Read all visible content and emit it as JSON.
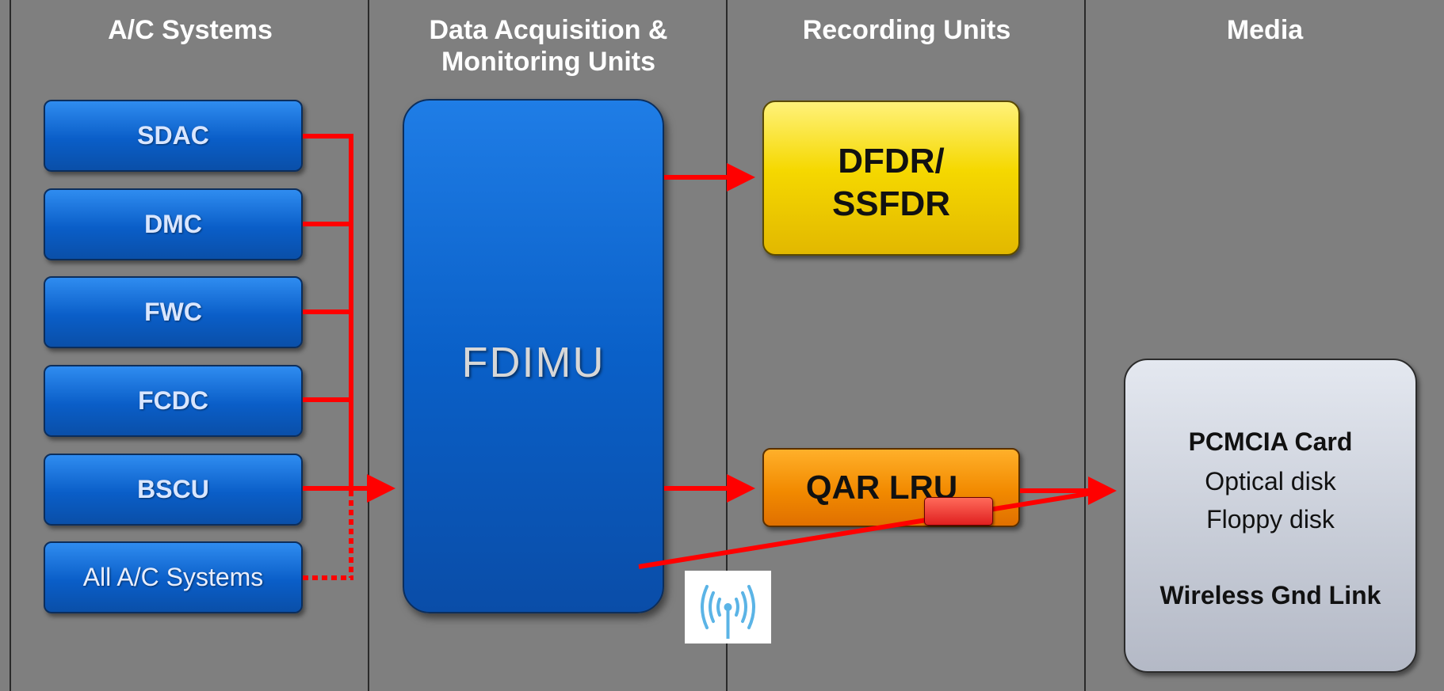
{
  "columns": {
    "ac_systems": "A/C Systems",
    "dau": "Data Acquisition &\nMonitoring Units",
    "recording": "Recording Units",
    "media": "Media"
  },
  "ac_systems": [
    "SDAC",
    "DMC",
    "FWC",
    "FCDC",
    "BSCU",
    "All A/C Systems"
  ],
  "fdimu": "FDIMU",
  "recorders": {
    "dfdr": "DFDR/\nSSFDR",
    "qar": "QAR LRU"
  },
  "media": {
    "pcmcia": "PCMCIA Card",
    "optical": "Optical disk",
    "floppy": "Floppy disk",
    "wireless": "Wireless Gnd Link"
  },
  "colors": {
    "background": "#7f7f7f",
    "arrow": "#ff0000",
    "system_box": "#0a5ec8",
    "dfdr_box": "#f5d800",
    "qar_box": "#f28a00",
    "media_box": "#c6cbd6"
  },
  "icons": [
    "wireless-antenna-icon",
    "pcmcia-card-icon"
  ]
}
